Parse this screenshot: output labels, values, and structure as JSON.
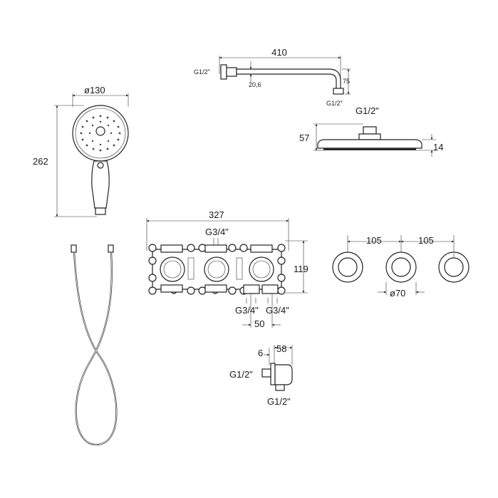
{
  "shower_arm": {
    "length_label": "410",
    "thread_label": "G1/2\"",
    "diameter_label": "20,6",
    "drop_label": "75",
    "outlet_thread_label": "G1/2\""
  },
  "head_shower": {
    "thread_label": "G1/2\"",
    "height_label": "57",
    "thickness_label": "14"
  },
  "hand_shower": {
    "diameter_label": "ø130",
    "length_label": "262"
  },
  "thermostat_body": {
    "width_label": "327",
    "top_thread_label": "G3/4\"",
    "height_label": "119",
    "bottom_thread_left_label": "G3/4\"",
    "bottom_thread_right_label": "G3/4\"",
    "spacing_label": "50"
  },
  "escutcheons": {
    "spacing_left_label": "105",
    "spacing_right_label": "105",
    "diameter_label": "ø70"
  },
  "wall_outlet": {
    "depth_label": "6",
    "width_label": "58",
    "inlet_thread_label": "G1/2\"",
    "outlet_thread_label": "G1/2\""
  }
}
